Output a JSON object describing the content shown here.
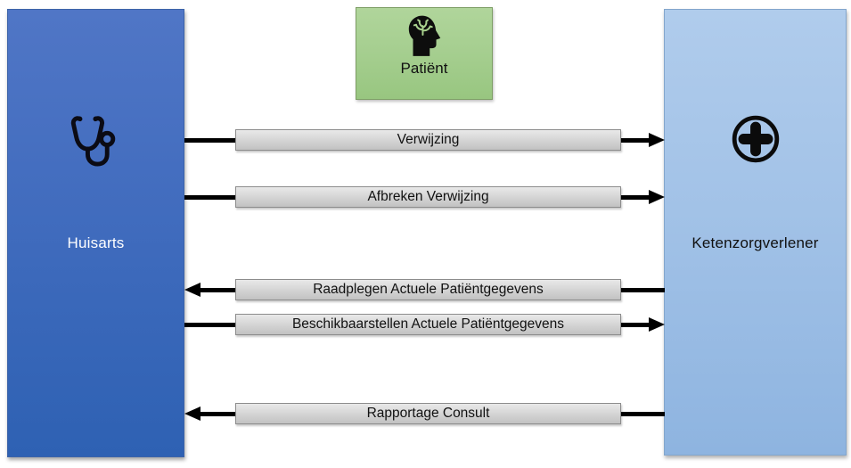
{
  "diagram": {
    "type": "message-flow-diagram",
    "language": "nl"
  },
  "actors": {
    "huisarts": {
      "label": "Huisarts",
      "icon": "stethoscope-icon",
      "fill_top": "#5076C6",
      "fill_bottom": "#2E61B3",
      "text_color": "#FFFFFF"
    },
    "patient": {
      "label": "Patiënt",
      "icon": "patient-head-brain-icon",
      "fill": "#A5CE8F",
      "border": "#7E9E66",
      "text_color": "#111111"
    },
    "ketenzorgverlener": {
      "label": "Ketenzorgverlener",
      "icon": "medical-plus-icon",
      "fill_top": "#B0CCEC",
      "fill_bottom": "#8EB4E0",
      "text_color": "#111111"
    }
  },
  "flows": [
    {
      "label": "Verwijzing",
      "direction": "right",
      "from": "Huisarts",
      "to": "Ketenzorgverlener"
    },
    {
      "label": "Afbreken Verwijzing",
      "direction": "right",
      "from": "Huisarts",
      "to": "Ketenzorgverlener"
    },
    {
      "label": "Raadplegen Actuele Patiëntgegevens",
      "direction": "left",
      "from": "Ketenzorgverlener",
      "to": "Huisarts"
    },
    {
      "label": "Beschikbaarstellen Actuele Patiëntgegevens",
      "direction": "right",
      "from": "Huisarts",
      "to": "Ketenzorgverlener"
    },
    {
      "label": "Rapportage Consult",
      "direction": "left",
      "from": "Ketenzorgverlener",
      "to": "Huisarts"
    }
  ],
  "colors": {
    "arrow": "#000000",
    "label_fill_top": "#E9E9E9",
    "label_fill_bottom": "#C2C2C2",
    "label_border": "#8C8C8C",
    "background": "#FFFFFF"
  }
}
